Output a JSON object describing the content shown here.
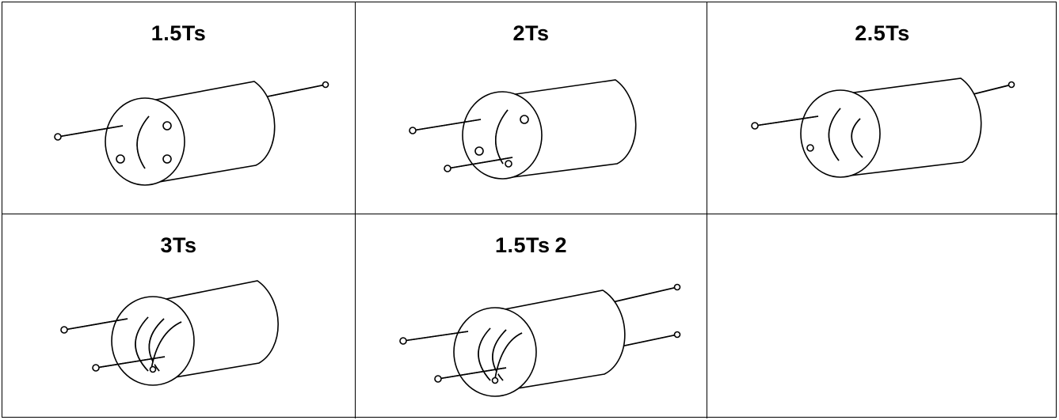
{
  "cells": [
    {
      "label": "1.5Ts"
    },
    {
      "label": "2Ts"
    },
    {
      "label": "2.5Ts"
    },
    {
      "label": "3Ts"
    },
    {
      "label": "1.5Ts 2"
    },
    {
      "label": ""
    }
  ],
  "icons": {
    "core": "ferrite-core-icon"
  }
}
